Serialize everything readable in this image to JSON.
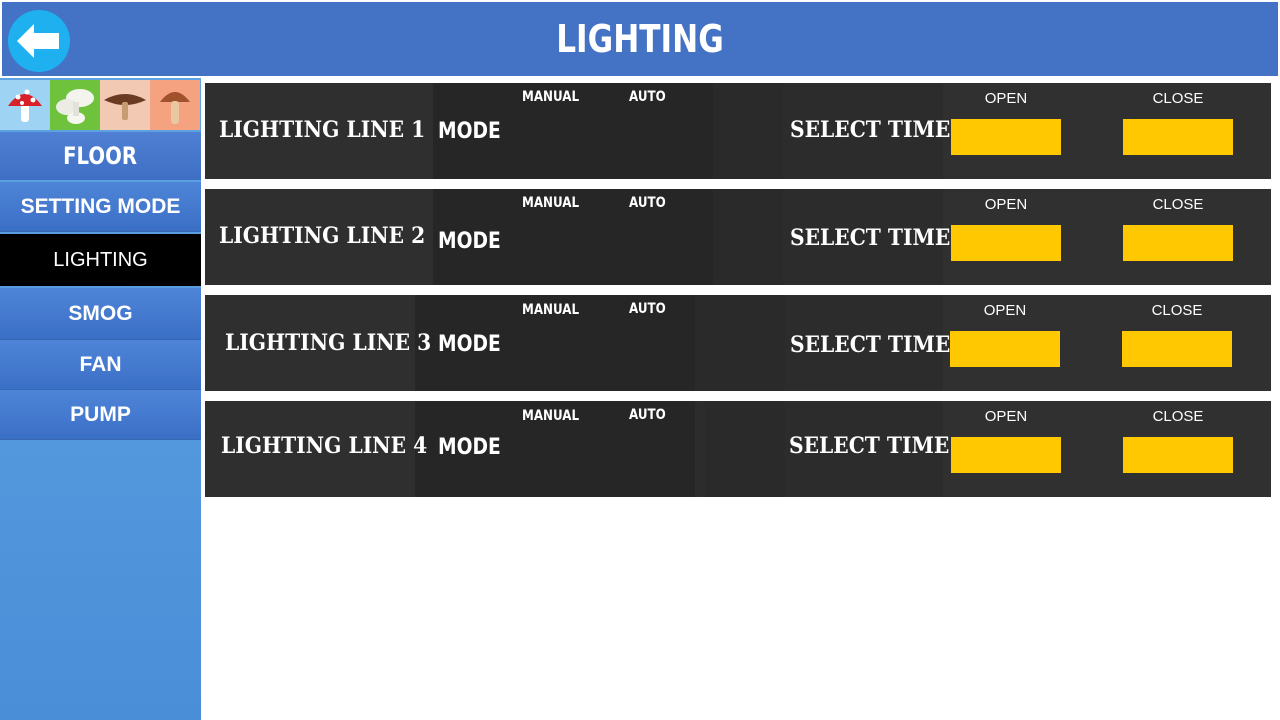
{
  "header": {
    "title": "LIGHTING"
  },
  "sidebar": {
    "icons": [
      "fly-agaric-mushroom-icon",
      "oyster-mushroom-icon",
      "shiitake-mushroom-icon",
      "brown-mushroom-icon"
    ],
    "floor_label": "FLOOR",
    "items": [
      {
        "label": "SETTING MODE",
        "active": false
      },
      {
        "label": "LIGHTING",
        "active": true
      },
      {
        "label": "SMOG",
        "active": false
      },
      {
        "label": "FAN",
        "active": false
      },
      {
        "label": "PUMP",
        "active": false
      }
    ]
  },
  "rows": [
    {
      "name": "LIGHTING LINE 1",
      "mode_label": "MODE",
      "manual": "MANUAL",
      "auto": "AUTO",
      "select_time": "SELECT TIME",
      "open": "OPEN",
      "close": "CLOSE"
    },
    {
      "name": "LIGHTING LINE 2",
      "mode_label": "MODE",
      "manual": "MANUAL",
      "auto": "AUTO",
      "select_time": "SELECT TIME",
      "open": "OPEN",
      "close": "CLOSE"
    },
    {
      "name": "LIGHTING LINE 3",
      "mode_label": "MODE",
      "manual": "MANUAL",
      "auto": "AUTO",
      "select_time": "SELECT TIME",
      "open": "OPEN",
      "close": "CLOSE"
    },
    {
      "name": "LIGHTING LINE 4",
      "mode_label": "MODE",
      "manual": "MANUAL",
      "auto": "AUTO",
      "select_time": "SELECT TIME",
      "open": "OPEN",
      "close": "CLOSE"
    }
  ],
  "colors": {
    "header": "#4472c4",
    "back_button": "#1fb0f0",
    "active_nav": "#000000",
    "row_bg": "#2c2c2c",
    "time_box": "#ffc800"
  }
}
